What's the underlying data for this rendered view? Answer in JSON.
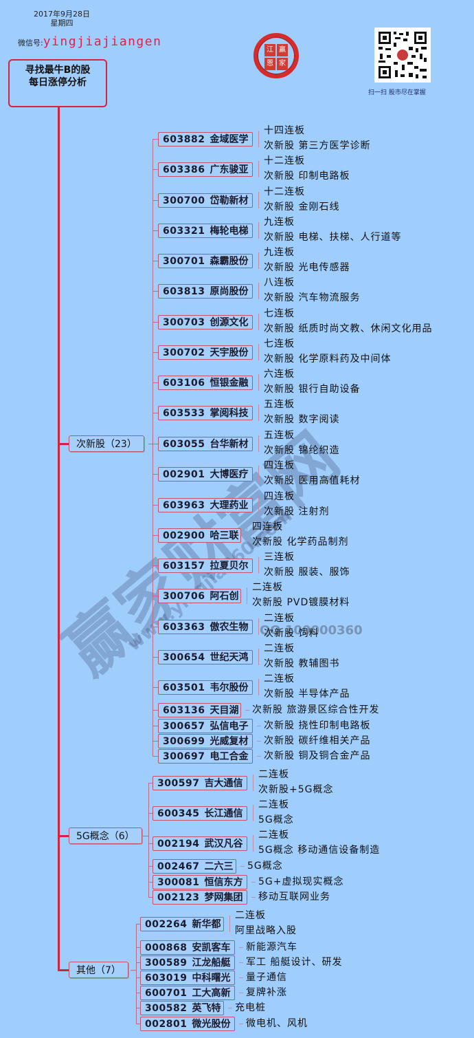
{
  "header": {
    "date": "2017年9月28日",
    "weekday": "星期四",
    "wechat_label": "微信号:",
    "wechat_id": "yingjiajiangen",
    "logo_chars": [
      "江",
      "赢",
      "恩",
      "家"
    ],
    "qr_caption": "扫一扫  股市尽在掌握"
  },
  "root": {
    "line1": "寻找最牛B的股",
    "line2": "每日涨停分析"
  },
  "watermark": {
    "main": "赢家财富网",
    "url": "www.yingjia360.com",
    "qq": "QQ 100000360"
  },
  "categories": [
    {
      "label": "次新股（23）",
      "items": [
        {
          "code": "603882",
          "name": "金域医学",
          "lines": [
            "十四连板",
            "次新股 第三方医学诊断"
          ]
        },
        {
          "code": "603386",
          "name": "广东骏亚",
          "lines": [
            "十二连板",
            "次新股 印制电路板"
          ]
        },
        {
          "code": "300700",
          "name": "岱勒新材",
          "lines": [
            "十二连板",
            "次新股 金刚石线"
          ]
        },
        {
          "code": "603321",
          "name": "梅轮电梯",
          "lines": [
            "九连板",
            "次新股 电梯、扶梯、人行道等"
          ]
        },
        {
          "code": "300701",
          "name": "森霸股份",
          "lines": [
            "九连板",
            "次新股 光电传感器"
          ]
        },
        {
          "code": "603813",
          "name": "原尚股份",
          "lines": [
            "八连板",
            "次新股 汽车物流服务"
          ]
        },
        {
          "code": "300703",
          "name": "创源文化",
          "lines": [
            "七连板",
            "次新股 纸质时尚文教、休闲文化用品"
          ]
        },
        {
          "code": "300702",
          "name": "天宇股份",
          "lines": [
            "七连板",
            "次新股 化学原料药及中间体"
          ]
        },
        {
          "code": "603106",
          "name": "恒银金融",
          "lines": [
            "六连板",
            "次新股 银行自助设备"
          ]
        },
        {
          "code": "603533",
          "name": "掌阅科技",
          "lines": [
            "五连板",
            "次新股 数字阅读"
          ]
        },
        {
          "code": "603055",
          "name": "台华新材",
          "lines": [
            "五连板",
            "次新股 锦纶织造"
          ]
        },
        {
          "code": "002901",
          "name": "大博医疗",
          "lines": [
            "四连板",
            "次新股 医用高值耗材"
          ]
        },
        {
          "code": "603963",
          "name": "大理药业",
          "lines": [
            "四连板",
            "次新股 注射剂"
          ]
        },
        {
          "code": "002900",
          "name": "哈三联",
          "lines": [
            "四连板",
            "次新股 化学药品制剂"
          ]
        },
        {
          "code": "603157",
          "name": "拉夏贝尔",
          "lines": [
            "三连板",
            "次新股 服装、服饰"
          ]
        },
        {
          "code": "300706",
          "name": "阿石创",
          "lines": [
            "二连板",
            "次新股 PVD镀膜材料"
          ]
        },
        {
          "code": "603363",
          "name": "傲农生物",
          "lines": [
            "二连板",
            "次新股 饲料"
          ]
        },
        {
          "code": "300654",
          "name": "世纪天鸿",
          "lines": [
            "二连板",
            "次新股 教辅图书"
          ]
        },
        {
          "code": "603501",
          "name": "韦尔股份",
          "lines": [
            "二连板",
            "次新股 半导体产品"
          ]
        },
        {
          "code": "603136",
          "name": "天目湖",
          "lines": [
            "次新股 旅游景区综合性开发"
          ]
        },
        {
          "code": "300657",
          "name": "弘信电子",
          "lines": [
            "次新股 挠性印制电路板"
          ]
        },
        {
          "code": "300699",
          "name": "光威复材",
          "lines": [
            "次新股 碳纤维相关产品"
          ]
        },
        {
          "code": "300697",
          "name": "电工合金",
          "lines": [
            "次新股 铜及铜合金产品"
          ]
        }
      ]
    },
    {
      "label": "5G概念（6）",
      "items": [
        {
          "code": "300597",
          "name": "吉大通信",
          "lines": [
            "二连板",
            "次新股+5G概念"
          ]
        },
        {
          "code": "600345",
          "name": "长江通信",
          "lines": [
            "二连板",
            "5G概念"
          ]
        },
        {
          "code": "002194",
          "name": "武汉凡谷",
          "lines": [
            "二连板",
            "5G概念 移动通信设备制造"
          ]
        },
        {
          "code": "002467",
          "name": "二六三",
          "lines": [
            "5G概念"
          ]
        },
        {
          "code": "300081",
          "name": "恒信东方",
          "lines": [
            "5G+虚拟现实概念"
          ]
        },
        {
          "code": "002123",
          "name": "梦网集团",
          "lines": [
            "移动互联网业务"
          ]
        }
      ]
    },
    {
      "label": "其他（7）",
      "items": [
        {
          "code": "002264",
          "name": "新华都",
          "lines": [
            "二连板",
            "阿里战略入股"
          ]
        },
        {
          "code": "000868",
          "name": "安凯客车",
          "lines": [
            "新能源汽车"
          ]
        },
        {
          "code": "300589",
          "name": "江龙船艇",
          "lines": [
            "军工 船艇设计、研发"
          ]
        },
        {
          "code": "603019",
          "name": "中科曙光",
          "lines": [
            "量子通信"
          ]
        },
        {
          "code": "600701",
          "name": "工大高新",
          "lines": [
            "复牌补涨"
          ]
        },
        {
          "code": "300582",
          "name": "英飞特",
          "lines": [
            "充电桩"
          ]
        },
        {
          "code": "002801",
          "name": "微光股份",
          "lines": [
            "微电机、风机"
          ]
        }
      ]
    }
  ],
  "colors": {
    "background": "#9fcdfc",
    "trunk": "#d2233f",
    "branch": "#c06a85",
    "wechat_id": "#e0224a"
  }
}
